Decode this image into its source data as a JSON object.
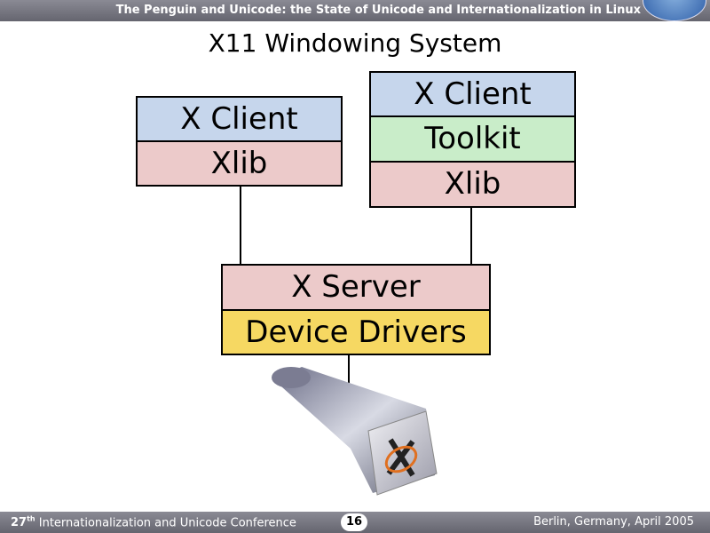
{
  "header": {
    "title": "The Penguin and Unicode: the State of Unicode and Internationalization in Linux"
  },
  "slide": {
    "title": "X11 Windowing System",
    "left_stack": [
      "X Client",
      "Xlib"
    ],
    "right_stack": [
      "X Client",
      "Toolkit",
      "Xlib"
    ],
    "server_stack": [
      "X Server",
      "Device Drivers"
    ]
  },
  "footer": {
    "conference_number": "27",
    "conference_suffix": "th",
    "conference_name": "Internationalization and Unicode Conference",
    "page": "16",
    "location": "Berlin, Germany, April 2005"
  }
}
